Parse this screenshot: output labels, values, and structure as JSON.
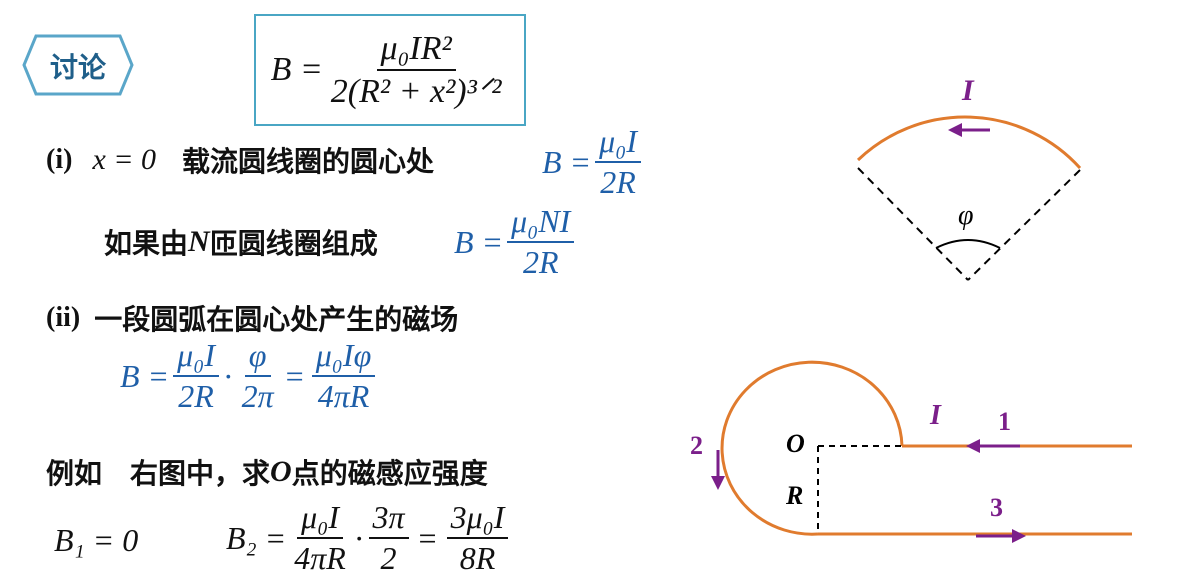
{
  "badge": {
    "label": "讨论",
    "border_color": "#5aa6c9"
  },
  "formula_box": {
    "lhs": "B =",
    "numerator": "μ₀IR²",
    "denominator": "2(R² + x²)³ᐟ²",
    "border_color": "#4aa6c4"
  },
  "case1": {
    "tag": "(i)",
    "condition": "x = 0",
    "text": "载流圆线圈的圆心处",
    "result": {
      "lhs": "B =",
      "numerator": "μ₀I",
      "denominator": "2R"
    }
  },
  "case1b": {
    "text_before": "如果由",
    "n": "N",
    "text_after": " 匝圆线圈组成",
    "result": {
      "lhs": "B =",
      "numerator": "μ₀NI",
      "denominator": "2R"
    }
  },
  "case2": {
    "tag": "(ii)",
    "text": "一段圆弧在圆心处产生的磁场",
    "formula": {
      "lhs": "B =",
      "f1_num": "μ₀I",
      "f1_den": "2R",
      "dot": "·",
      "f2_num": "φ",
      "f2_den": "2π",
      "eq": "=",
      "f3_num": "μ₀Iφ",
      "f3_den": "4πR"
    }
  },
  "example": {
    "text_before": "例如　右图中，求",
    "point": "O",
    "text_after": " 点的磁感应强度"
  },
  "results": {
    "b1": "B₁ = 0",
    "b2_lhs": "B₂ =",
    "b2_num": "μ₀I",
    "b2_den": "4πR",
    "b2_dot": "·",
    "b2_f_num": "3π",
    "b2_f_den": "2",
    "b2_eq": "=",
    "b2_r_num": "3μ₀I",
    "b2_r_den": "8R"
  },
  "figure1": {
    "current_label": "I",
    "angle_label": "φ",
    "arc_color": "#e07b2e",
    "arrow_color": "#7b1f8a"
  },
  "figure2": {
    "center_label": "O",
    "radius_label": "R",
    "current_label": "I",
    "segment_labels": [
      "1",
      "2",
      "3"
    ],
    "wire_color": "#e07b2e",
    "arrow_color": "#7b1f8a"
  }
}
